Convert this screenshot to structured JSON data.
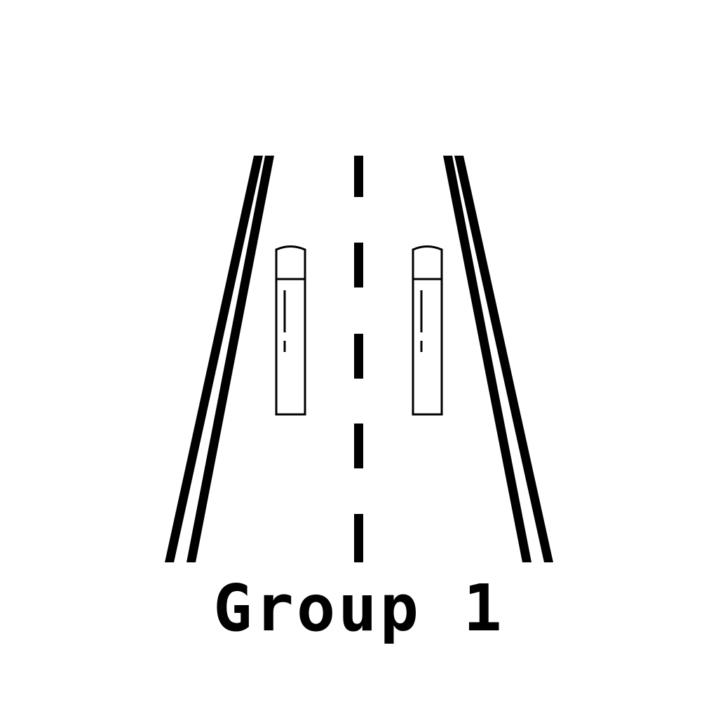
{
  "caption": "Group 1",
  "colors": {
    "background": "#ffffff",
    "ink": "#000000"
  },
  "scene": {
    "vehicles": [
      {
        "name": "left-lane-vehicle"
      },
      {
        "name": "right-lane-vehicle"
      }
    ],
    "lane_divider": "dashed",
    "road_edges": "double-solid"
  }
}
